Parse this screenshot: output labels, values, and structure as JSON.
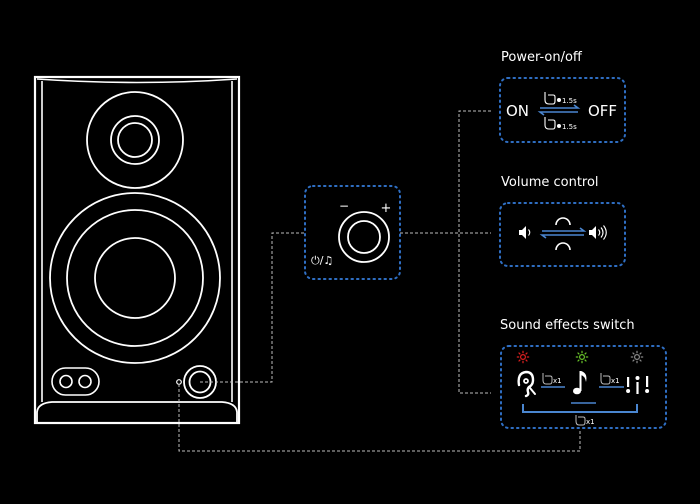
{
  "colors": {
    "background": "#000000",
    "line": "#ffffff",
    "dotted_border": "#2f6fc4",
    "arrow": "#4a86d0",
    "connector": "#bdbdbd",
    "mode_red": "#e02020",
    "mode_green": "#6ac62a",
    "mode_gray": "#8a8a8a"
  },
  "speaker": {
    "parts": [
      "cabinet",
      "tweeter",
      "woofer",
      "input-ports",
      "status-led",
      "control-knob"
    ]
  },
  "knob_panel": {
    "minus_label": "−",
    "plus_label": "+",
    "function_label": "⏻/♫"
  },
  "power": {
    "title": "Power-on/off",
    "on_label": "ON",
    "off_label": "OFF",
    "press_top": "1.5s",
    "press_bottom": "1.5s",
    "icons": [
      "press-hand-icon",
      "timer-icon",
      "double-arrow-icon"
    ]
  },
  "volume": {
    "title": "Volume control",
    "icons": [
      "volume-low-icon",
      "rotate-cw-icon",
      "rotate-ccw-icon",
      "volume-high-icon"
    ]
  },
  "sound_effects": {
    "title": "Sound effects switch",
    "modes": [
      {
        "name": "vocal",
        "icon": "ear-icon",
        "led_color": "red"
      },
      {
        "name": "music",
        "icon": "music-note-icon",
        "led_color": "green"
      },
      {
        "name": "equalizer",
        "icon": "equalizer-icon",
        "led_color": "gray"
      }
    ],
    "press_1": "x1",
    "press_2": "x1",
    "press_loop": "x1"
  }
}
